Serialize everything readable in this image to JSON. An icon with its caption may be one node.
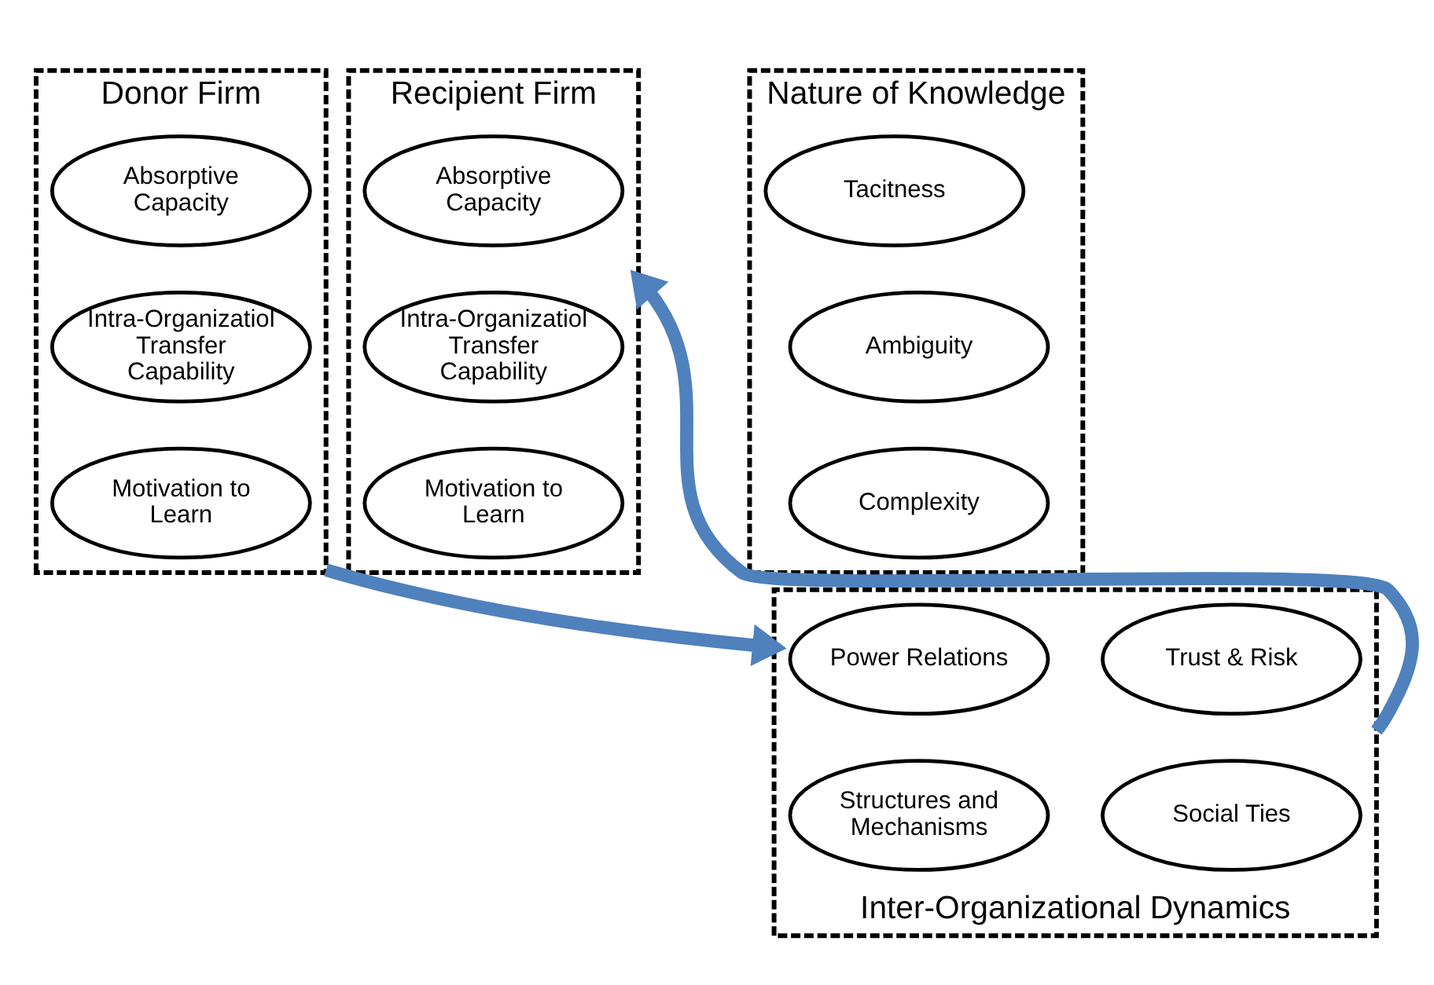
{
  "diagram": {
    "nodes": [
      {
        "text": [
          "Donor Firm"
        ]
      },
      {
        "text": [
          "Absorptive Capacity"
        ],
        "in": 0
      },
      {
        "text": [
          "Intra-Organizatiol Transfer Capability"
        ],
        "in": 0
      },
      {
        "text": [
          "Motivation to Learn"
        ],
        "in": 0
      },
      {
        "text": [
          "Nature of Knowledge"
        ]
      },
      {
        "text": [
          "Tacitness"
        ],
        "in": 4
      },
      {
        "text": [
          "Ambiguity"
        ],
        "in": 4
      },
      {
        "text": [
          "Complexity"
        ],
        "in": 4
      },
      {
        "text": [
          "Inter-Organizational Dynamics"
        ]
      },
      {
        "text": [
          "Power Relations"
        ],
        "in": 8
      },
      {
        "text": [
          "Trust & Risk"
        ],
        "in": 8
      },
      {
        "text": [
          "Structures and Mechanisms"
        ],
        "in": 8
      },
      {
        "text": [
          "Social Ties"
        ],
        "in": 8
      },
      {
        "text": [
          "Recipient Firm"
        ]
      },
      {
        "text": [
          "Absorptive Capacity"
        ],
        "in": 13
      },
      {
        "text": [
          "Intra-Organizatiol Transfer Capability"
        ],
        "in": 13
      },
      {
        "text": [
          "Motivation to Learn"
        ],
        "in": 13
      }
    ],
    "edges": [
      {
        "from": 0,
        "to": 8,
        "arrow": "to"
      },
      {
        "from": 8,
        "to": 13,
        "arrow": "to"
      }
    ]
  }
}
